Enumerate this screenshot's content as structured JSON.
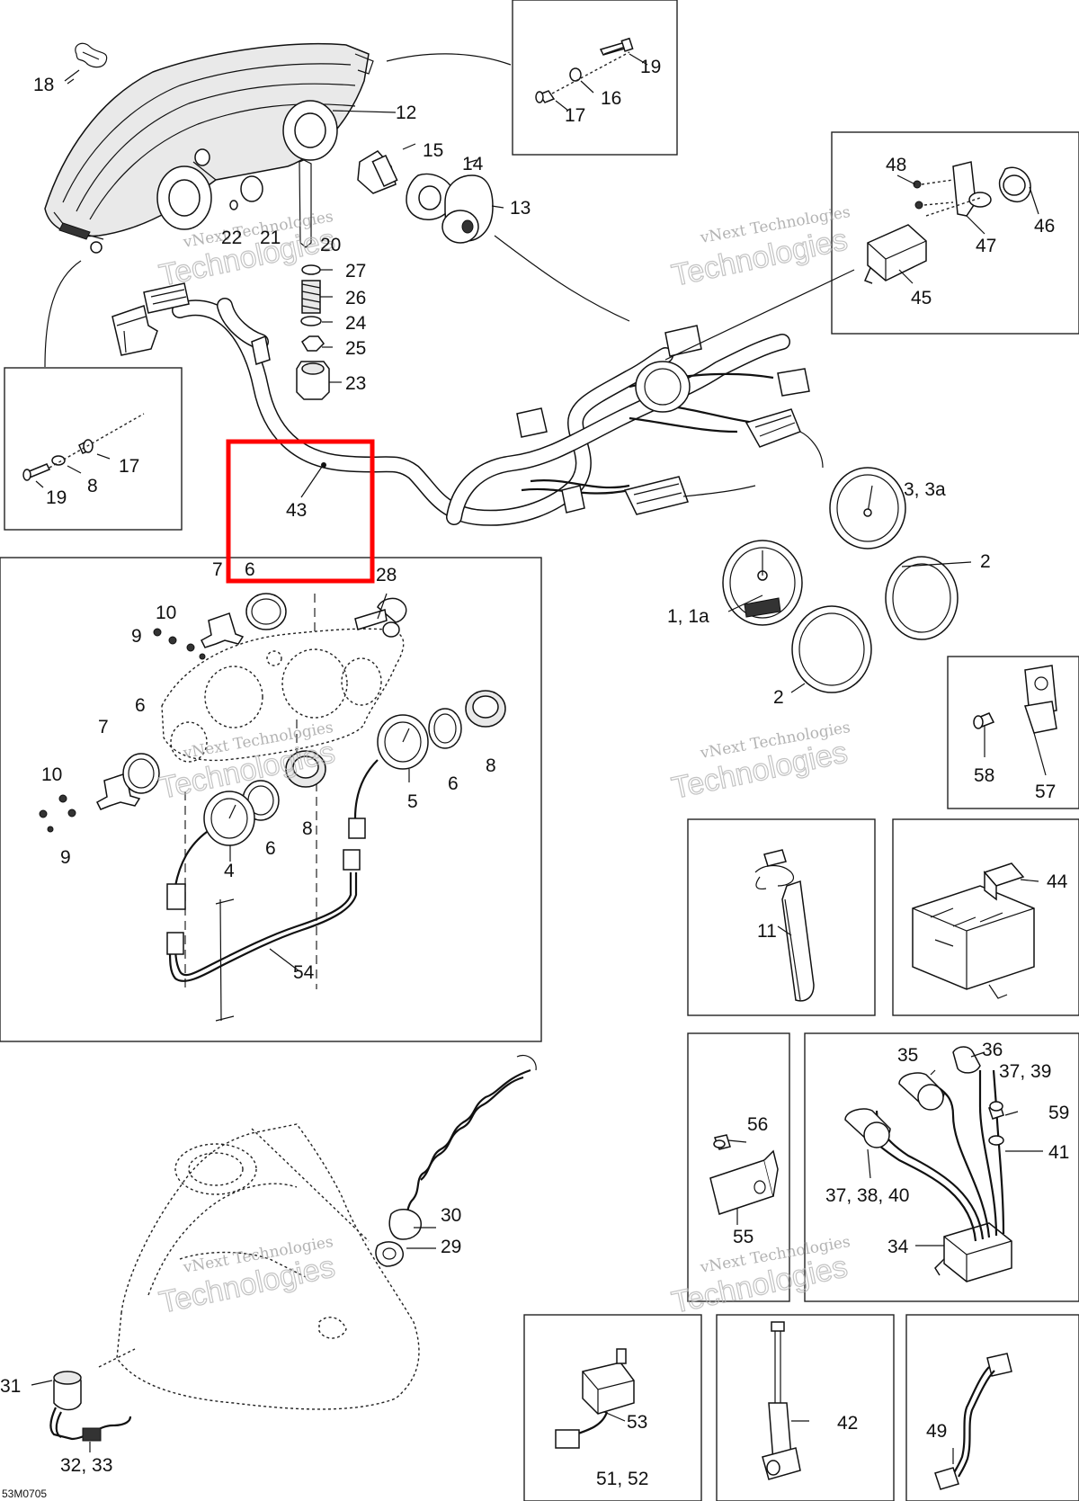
{
  "diagram_code": "53M0705",
  "watermark": {
    "line1": "vNext Technologies",
    "line2": "Technologies"
  },
  "highlight": {
    "color": "#ff0000",
    "part_label": "43",
    "part_label_extra": "6"
  },
  "callouts": {
    "c1": "1, 1a",
    "c2": "2",
    "c2b": "2",
    "c3": "3, 3a",
    "c4": "4",
    "c5": "5",
    "c6a": "6",
    "c6b": "6",
    "c6c": "6",
    "c7a": "7",
    "c7b": "7",
    "c8a": "8",
    "c8b": "8",
    "c9a": "9",
    "c9b": "9",
    "c10a": "10",
    "c10b": "10",
    "c11": "11",
    "c12": "12",
    "c13": "13",
    "c14": "14",
    "c15": "15",
    "c16": "16",
    "c17a": "17",
    "c17b": "17",
    "c18": "18",
    "c19a": "19",
    "c19b": "19",
    "c20": "20",
    "c21": "21",
    "c22": "22",
    "c23": "23",
    "c24": "24",
    "c25": "25",
    "c26": "26",
    "c27": "27",
    "c28": "28",
    "c29": "29",
    "c30": "30",
    "c31": "31",
    "c32": "32, 33",
    "c34": "34",
    "c35": "35",
    "c36": "36",
    "c3739": "37, 39",
    "c373840": "37, 38, 40",
    "c41": "41",
    "c42": "42",
    "c44": "44",
    "c45": "45",
    "c46": "46",
    "c47": "47",
    "c48": "48",
    "c49": "49",
    "c5152": "51, 52",
    "c53": "53",
    "c54": "54",
    "c55": "55",
    "c56": "56",
    "c57": "57",
    "c58": "58",
    "c59": "59"
  }
}
